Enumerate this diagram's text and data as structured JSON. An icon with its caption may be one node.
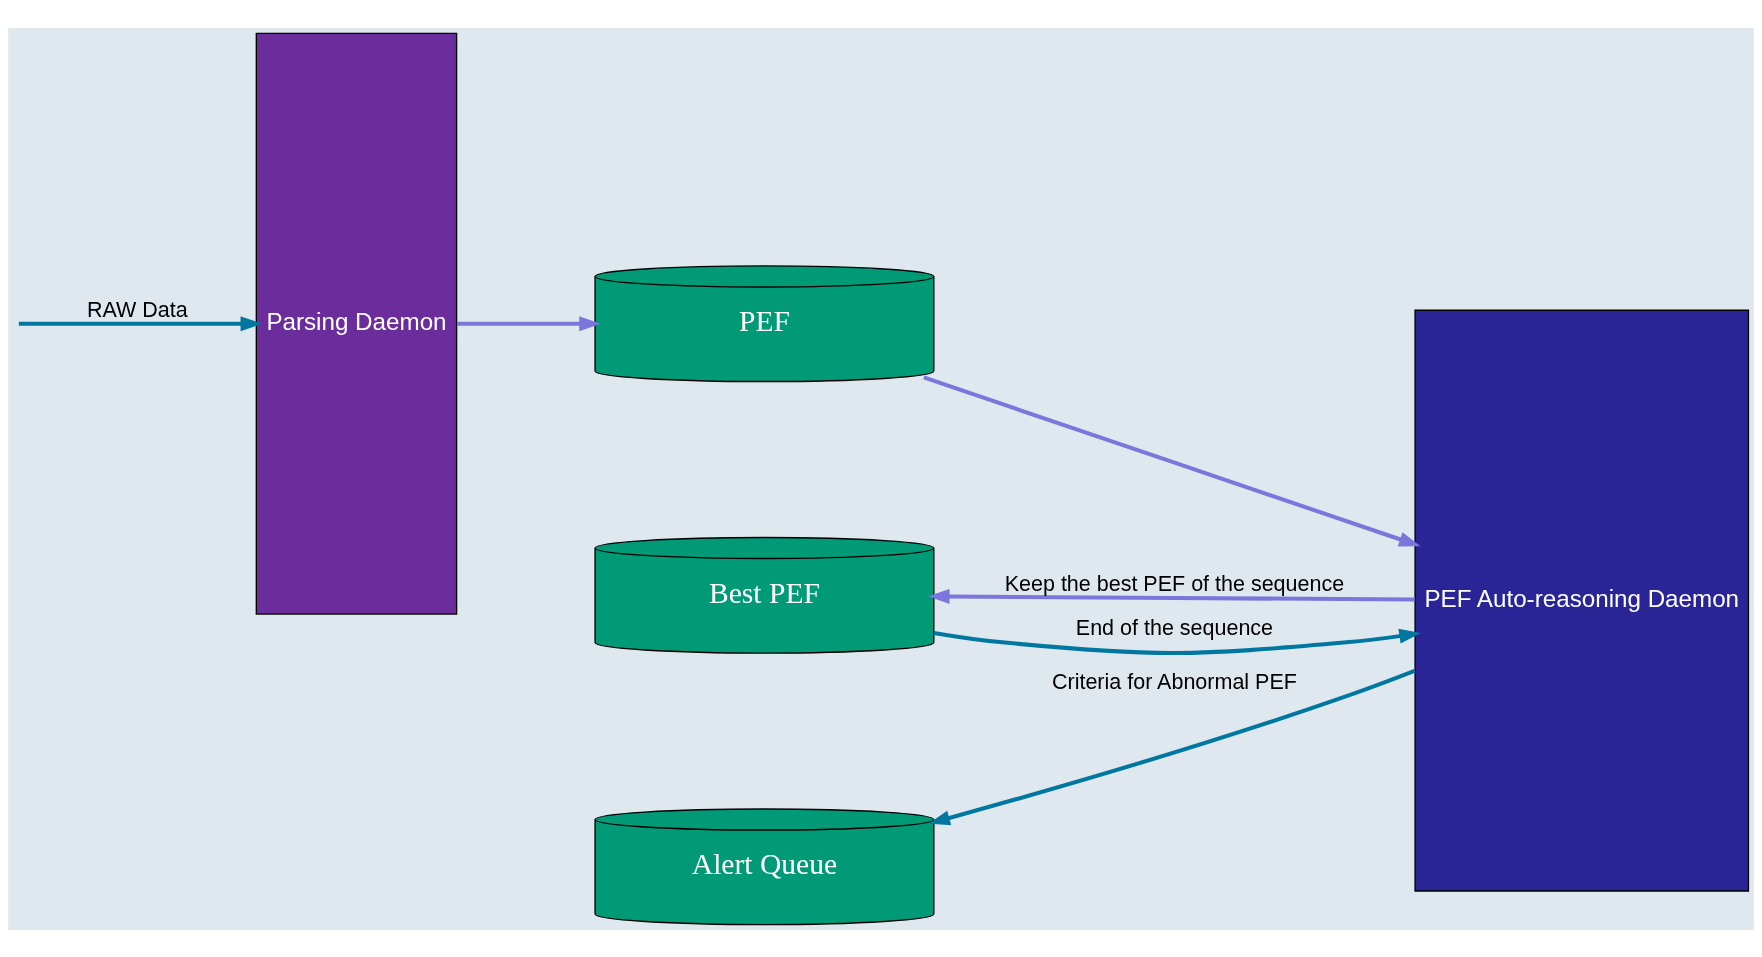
{
  "diagram": {
    "nodes": [
      {
        "text": [
          "Parsing Daemon"
        ]
      },
      {
        "text": [
          "PEF Auto-reasoning Daemon"
        ]
      },
      {
        "text": [
          "PEF"
        ]
      },
      {
        "text": [
          "Best PEF"
        ]
      },
      {
        "text": [
          "Alert Queue"
        ]
      }
    ],
    "edges": [
      {
        "from": null,
        "to": 0,
        "arrow": "to",
        "label": "RAW Data",
        "color": "#0077a0"
      },
      {
        "from": 0,
        "to": 2,
        "arrow": "to",
        "color": "#7b76dc"
      },
      {
        "from": 2,
        "to": 1,
        "arrow": "to",
        "color": "#7b76dc"
      },
      {
        "from": 1,
        "to": 3,
        "arrow": "to",
        "label": "Keep the best PEF of the sequence",
        "color": "#7b76dc"
      },
      {
        "from": 3,
        "to": 1,
        "arrow": "to",
        "label": "End of the sequence",
        "color": "#0077a0"
      },
      {
        "from": 1,
        "to": 4,
        "arrow": "to",
        "label": "Criteria for Abnormal PEF",
        "color": "#0077a0"
      }
    ]
  }
}
